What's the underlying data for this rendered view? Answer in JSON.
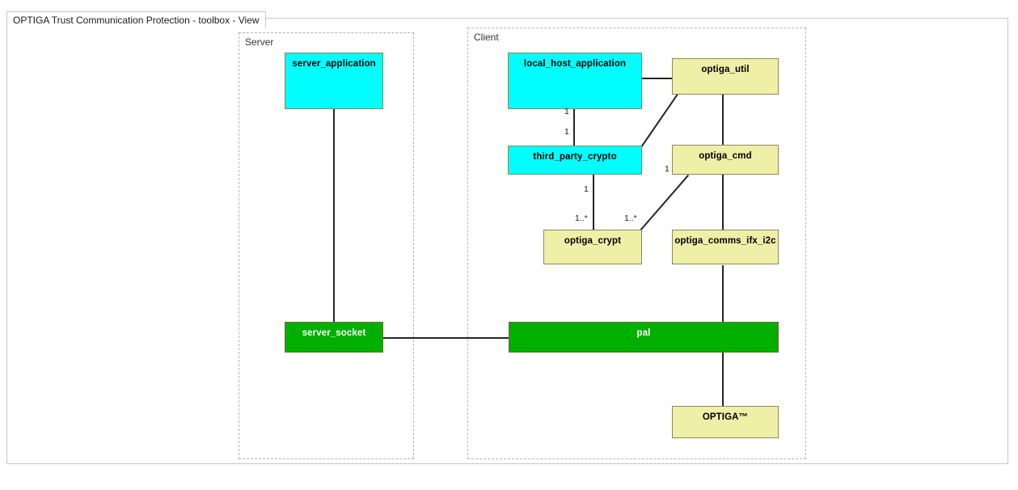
{
  "window": {
    "title": "OPTIGA Trust Communication Protection - toolbox - View"
  },
  "packages": [
    {
      "name": "Server",
      "label": "Server"
    },
    {
      "name": "Client",
      "label": "Client"
    }
  ],
  "nodes": [
    {
      "id": "server_application",
      "label": "server_application",
      "color": "cyan",
      "package": "Server"
    },
    {
      "id": "server_socket",
      "label": "server_socket",
      "color": "green",
      "package": "Server"
    },
    {
      "id": "local_host_application",
      "label": "local_host_application",
      "color": "cyan",
      "package": "Client"
    },
    {
      "id": "optiga_util",
      "label": "optiga_util",
      "color": "yellow",
      "package": "Client"
    },
    {
      "id": "third_party_crypto",
      "label": "third_party_crypto",
      "color": "cyan",
      "package": "Client"
    },
    {
      "id": "optiga_cmd",
      "label": "optiga_cmd",
      "color": "yellow",
      "package": "Client"
    },
    {
      "id": "optiga_crypt",
      "label": "optiga_crypt",
      "color": "yellow",
      "package": "Client"
    },
    {
      "id": "optiga_comms_ifx_i2c",
      "label": "optiga_comms_ifx_i2c",
      "color": "yellow",
      "package": "Client"
    },
    {
      "id": "pal",
      "label": "pal",
      "color": "green",
      "package": "Client"
    },
    {
      "id": "optiga_chip",
      "label": "OPTIGA™",
      "color": "yellow",
      "package": "Client"
    }
  ],
  "multiplicities": [
    {
      "id": "m1",
      "label": "1",
      "on": "local_host_application-third_party_crypto"
    },
    {
      "id": "m2",
      "label": "1",
      "on": "local_host_application-third_party_crypto"
    },
    {
      "id": "m3",
      "label": "1",
      "on": "third_party_crypto-optiga_crypt"
    },
    {
      "id": "m4",
      "label": "1..*",
      "on": "third_party_crypto-optiga_crypt"
    },
    {
      "id": "m5",
      "label": "1",
      "on": "optiga_cmd-optiga_crypt"
    },
    {
      "id": "m6",
      "label": "1..*",
      "on": "optiga_cmd-optiga_crypt"
    }
  ],
  "connections": [
    {
      "from": "server_application",
      "to": "server_socket"
    },
    {
      "from": "server_socket",
      "to": "pal"
    },
    {
      "from": "local_host_application",
      "to": "optiga_util"
    },
    {
      "from": "local_host_application",
      "to": "third_party_crypto"
    },
    {
      "from": "optiga_util",
      "to": "third_party_crypto"
    },
    {
      "from": "optiga_util",
      "to": "optiga_cmd"
    },
    {
      "from": "third_party_crypto",
      "to": "optiga_crypt"
    },
    {
      "from": "optiga_cmd",
      "to": "optiga_crypt"
    },
    {
      "from": "optiga_cmd",
      "to": "optiga_comms_ifx_i2c"
    },
    {
      "from": "optiga_comms_ifx_i2c",
      "to": "pal"
    },
    {
      "from": "pal",
      "to": "optiga_chip"
    }
  ],
  "colors": {
    "cyan": "#00ffff",
    "yellow": "#efefa8",
    "green": "#00b000",
    "line": "#262626",
    "package_border": "#b4b4b4",
    "frame_border": "#c8c8c8"
  }
}
